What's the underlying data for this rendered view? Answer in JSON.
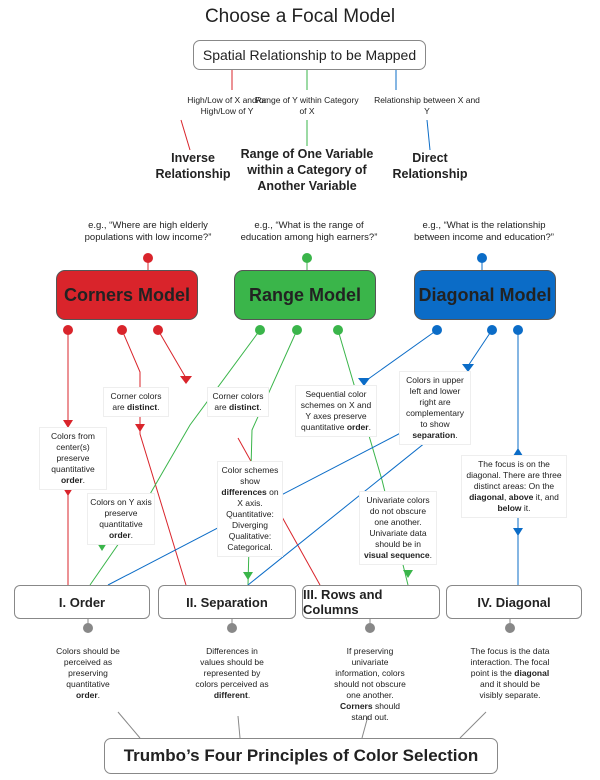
{
  "title": "Choose a Focal Model",
  "top_box": "Spatial Relationship to be Mapped",
  "branches": [
    {
      "label": "High/Low of X and/or High/Low of Y",
      "relationship": "Inverse Relationship",
      "example": "e.g., “Where are high elderly populations with low income?”",
      "model": "Corners Model",
      "color": "#d9242b"
    },
    {
      "label": "Range of Y within Category of X",
      "relationship": "Range of One Variable within a Category of Another Variable",
      "example": "e.g., “What is the range of education among high earners?”",
      "model": "Range Model",
      "color": "#3ab54a"
    },
    {
      "label": "Relationship between X and Y",
      "relationship": "Direct Relationship",
      "example": "e.g., “What is the relationship between income and education?”",
      "model": "Diagonal Model",
      "color": "#0b6cc7"
    }
  ],
  "notes": {
    "corners_distinct_1": {
      "pre": "Corner colors are ",
      "bold": "distinct",
      "post": "."
    },
    "corners_distinct_2": {
      "pre": "Corner colors are ",
      "bold": "distinct",
      "post": "."
    },
    "corners_order": {
      "pre": "Colors from center(s) preserve quantitative ",
      "bold": "order",
      "post": "."
    },
    "range_order": {
      "pre": "Colors on Y axis preserve quantitative ",
      "bold": "order",
      "post": "."
    },
    "range_schemes_pre": "Color schemes show ",
    "range_schemes_bold": "differences",
    "range_schemes_post": " on X axis. Quantitative: Diverging Qualitative: Categorical.",
    "range_univariate_pre": "Univariate colors do not obscure one another. Univariate data should be in ",
    "range_univariate_bold": "visual sequence",
    "range_univariate_post": ".",
    "diag_sequential": {
      "pre": "Sequential color schemes on X and Y axes preserve quantitative ",
      "bold": "order",
      "post": "."
    },
    "diag_complementary": {
      "pre": "Colors in upper left and lower right are complementary to show ",
      "bold": "separation",
      "post": "."
    },
    "diag_focus_1": "The focus is on the diagonal. There are three distinct areas: On the ",
    "diag_focus_b1": "diagonal",
    "diag_focus_2": ", ",
    "diag_focus_b2": "above",
    "diag_focus_3": " it, and ",
    "diag_focus_b3": "below",
    "diag_focus_4": " it."
  },
  "principles": [
    {
      "label": "I. Order",
      "desc_pre": "Colors should be perceived as preserving quantitative ",
      "desc_bold": "order",
      "desc_post": "."
    },
    {
      "label": "II. Separation",
      "desc_pre": "Differences in values should be represented by colors perceived as ",
      "desc_bold": "different",
      "desc_post": "."
    },
    {
      "label": "III. Rows and Columns",
      "desc_pre": "If preserving univariate information, colors should not obscure one another. ",
      "desc_bold": "Corners",
      "desc_post": " should stand out."
    },
    {
      "label": "IV. Diagonal",
      "desc_pre": "The focus is the data interaction. The focal point is the ",
      "desc_bold": "diagonal",
      "desc_post": " and it should be visibly separate."
    }
  ],
  "bottom_box": "Trumbo’s Four Principles of Color Selection",
  "colors": {
    "red": "#d9242b",
    "green": "#3ab54a",
    "blue": "#0b6cc7",
    "gray": "#888888"
  }
}
